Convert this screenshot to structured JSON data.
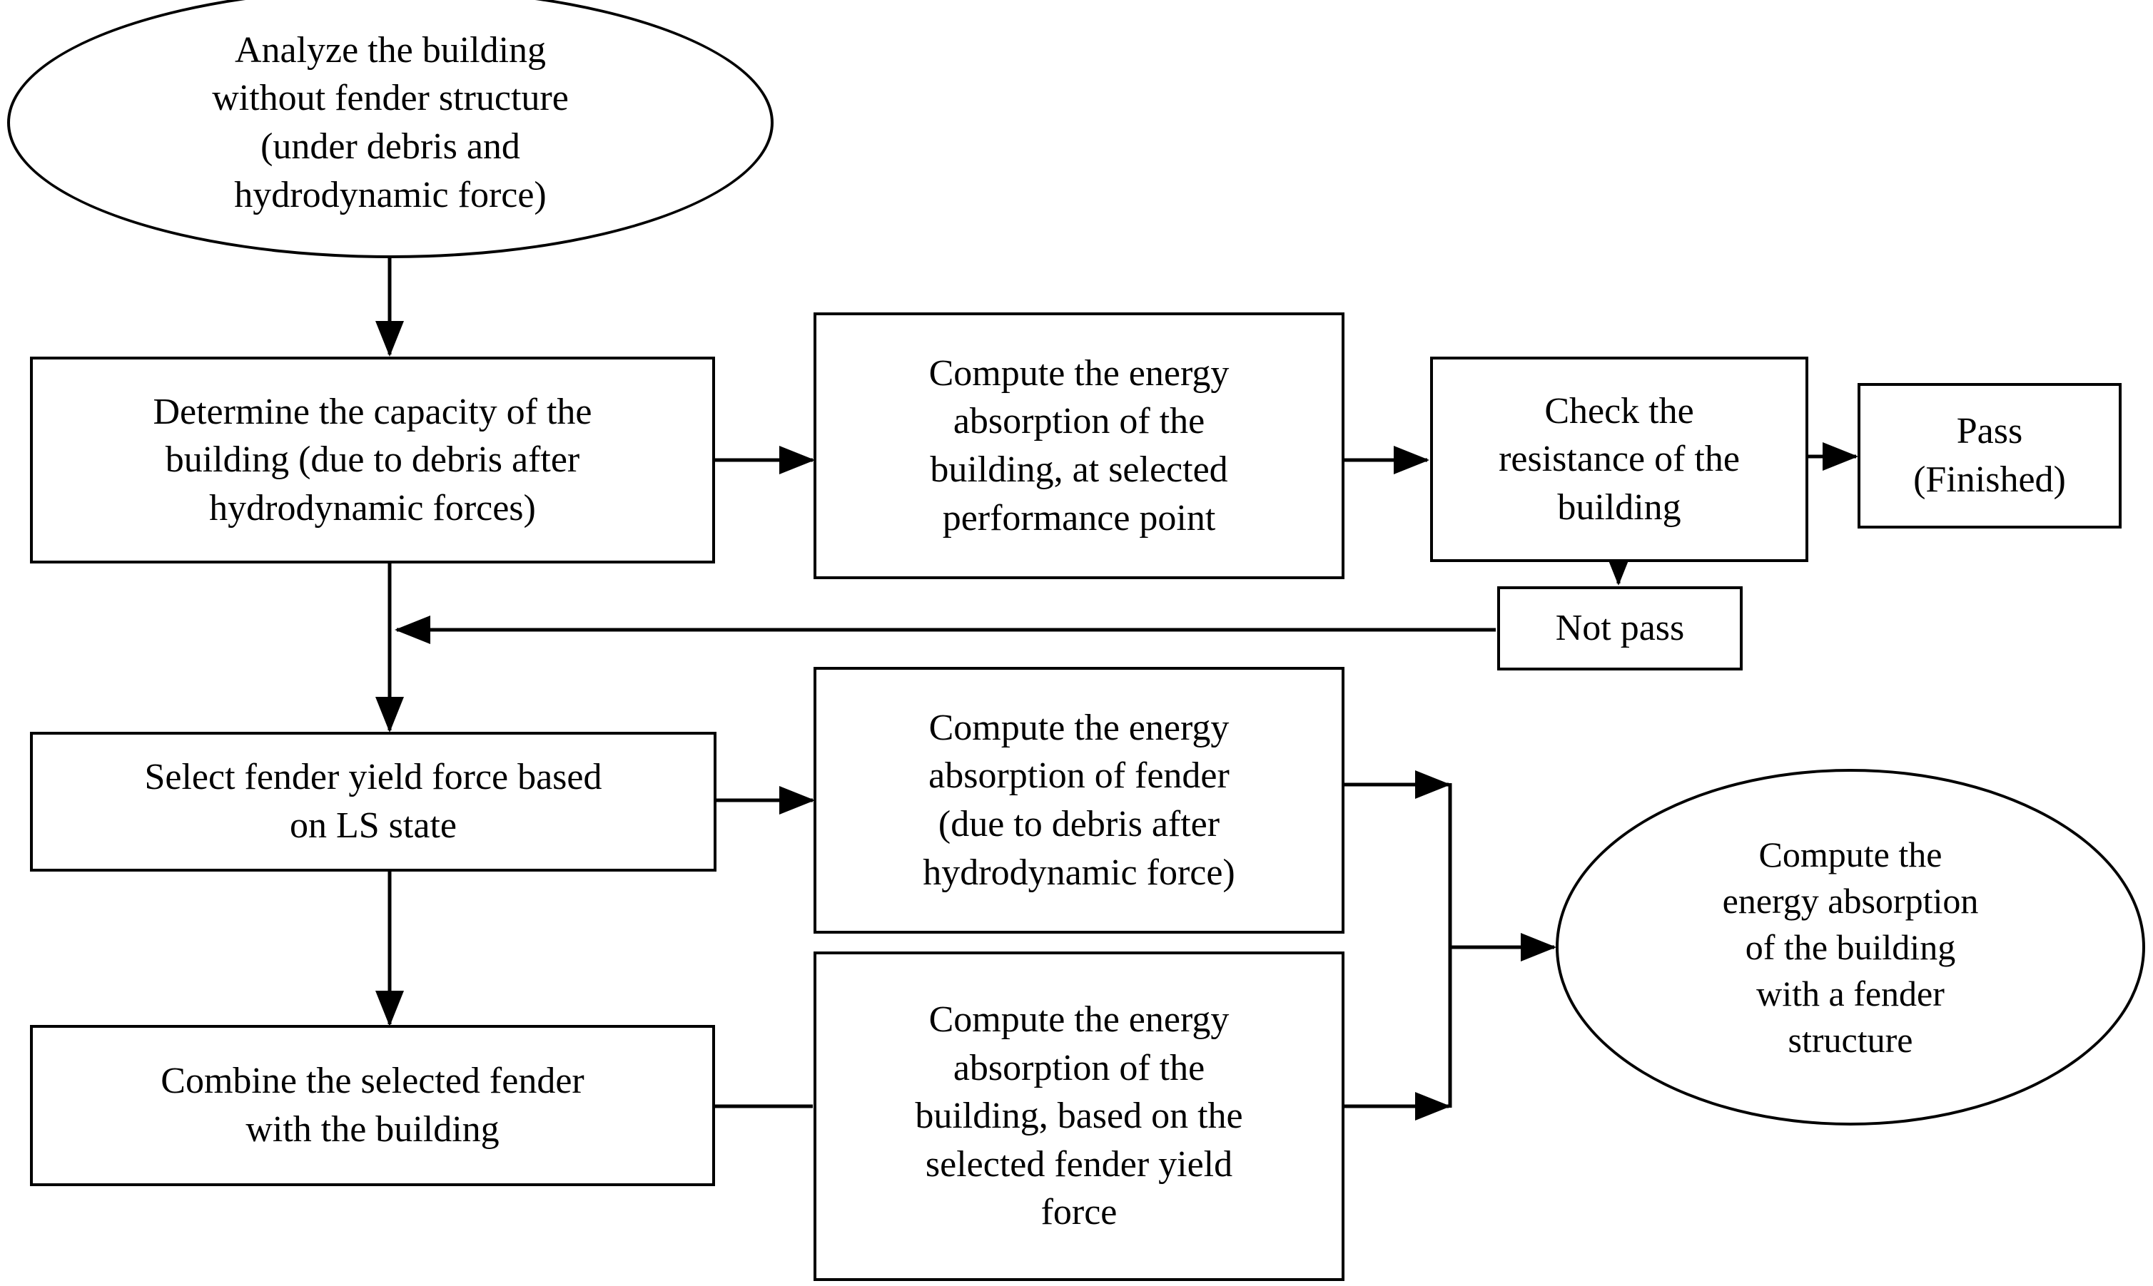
{
  "diagram": {
    "title": "Energy absorption assessment flowchart for building with fender structure",
    "type": "flowchart",
    "background_color": "#ffffff",
    "line_color": "#000000",
    "text_color": "#000000",
    "nodes": [
      {
        "id": "analyze-building",
        "shape": "ellipse",
        "text": "Analyze the building\nwithout fender structure\n(under debris and\nhydrodynamic force)"
      },
      {
        "id": "determine-capacity",
        "shape": "rectangle",
        "text": "Determine the capacity of the\nbuilding (due to debris after\nhydrodynamic forces)"
      },
      {
        "id": "compute-building-energy",
        "shape": "rectangle",
        "text": "Compute the energy\nabsorption of the\nbuilding, at selected\nperformance point"
      },
      {
        "id": "check-resistance",
        "shape": "rectangle",
        "text": "Check the\nresistance of the\nbuilding"
      },
      {
        "id": "pass-finished",
        "shape": "rectangle",
        "text": "Pass\n(Finished)"
      },
      {
        "id": "not-pass",
        "shape": "rectangle",
        "text": "Not pass"
      },
      {
        "id": "select-fender-yield",
        "shape": "rectangle",
        "text": "Select fender yield force based\non LS state"
      },
      {
        "id": "compute-fender-energy",
        "shape": "rectangle",
        "text": "Compute the energy\nabsorption of fender\n(due to debris after\nhydrodynamic force)"
      },
      {
        "id": "combine-fender",
        "shape": "rectangle",
        "text": "Combine the selected fender\nwith the building"
      },
      {
        "id": "compute-building-energy-fender",
        "shape": "rectangle",
        "text": "Compute the energy\nabsorption of the\nbuilding, based on the\nselected fender yield\nforce"
      },
      {
        "id": "compute-total-energy",
        "shape": "ellipse",
        "text": "Compute the\nenergy absorption\nof the building\nwith a fender\nstructure"
      }
    ],
    "edges": [
      {
        "from": "analyze-building",
        "to": "determine-capacity",
        "label": ""
      },
      {
        "from": "determine-capacity",
        "to": "compute-building-energy",
        "label": ""
      },
      {
        "from": "compute-building-energy",
        "to": "check-resistance",
        "label": ""
      },
      {
        "from": "check-resistance",
        "to": "pass-finished",
        "label": ""
      },
      {
        "from": "check-resistance",
        "to": "not-pass",
        "label": ""
      },
      {
        "from": "not-pass",
        "to": "determine-capacity",
        "label": ""
      },
      {
        "from": "determine-capacity",
        "to": "select-fender-yield",
        "label": ""
      },
      {
        "from": "select-fender-yield",
        "to": "compute-fender-energy",
        "label": ""
      },
      {
        "from": "select-fender-yield",
        "to": "combine-fender",
        "label": ""
      },
      {
        "from": "combine-fender",
        "to": "compute-building-energy-fender",
        "label": ""
      },
      {
        "from": "compute-fender-energy",
        "to": "compute-total-energy",
        "label": ""
      },
      {
        "from": "compute-building-energy-fender",
        "to": "compute-total-energy",
        "label": ""
      }
    ]
  }
}
